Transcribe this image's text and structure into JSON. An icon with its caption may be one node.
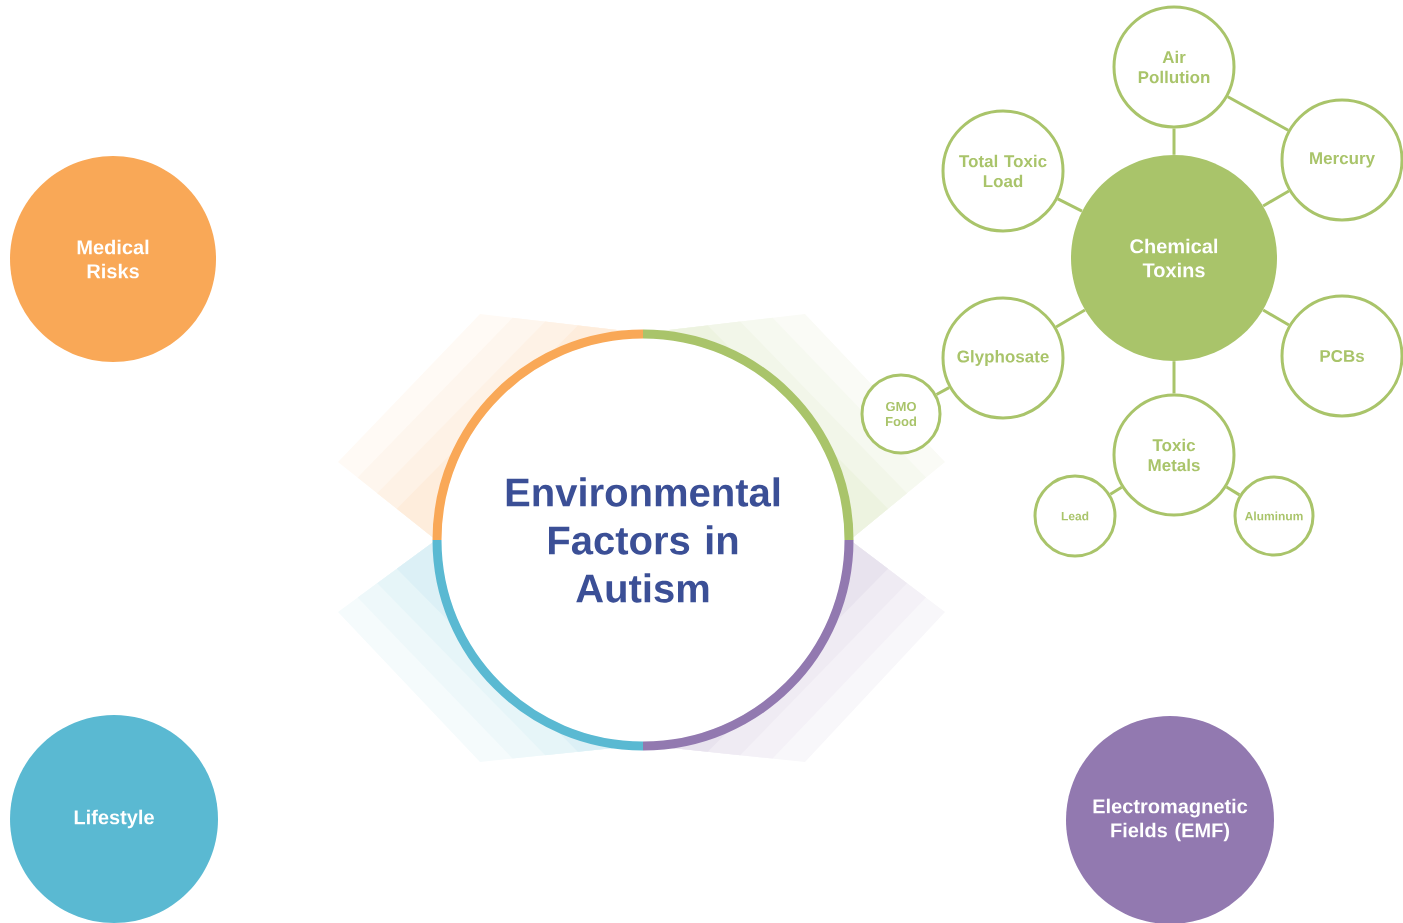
{
  "diagram": {
    "nodes": [
      {
        "text": [
          "Environmental Factors in Autism"
        ]
      },
      {
        "text": [
          "Medical Risks"
        ]
      },
      {
        "text": [
          "Lifestyle"
        ]
      },
      {
        "text": [
          "Chemical Toxins"
        ]
      },
      {
        "text": [
          "Air Pollution"
        ]
      },
      {
        "text": [
          "Total Toxic Load"
        ]
      },
      {
        "text": [
          "Mercury"
        ]
      },
      {
        "text": [
          "Glyphosate"
        ]
      },
      {
        "text": [
          "PCBs"
        ]
      },
      {
        "text": [
          "GMO Food"
        ]
      },
      {
        "text": [
          "Toxic Metals"
        ]
      },
      {
        "text": [
          "Lead"
        ]
      },
      {
        "text": [
          "Aluminum"
        ]
      },
      {
        "text": [
          "Electromagnetic Fields (EMF)"
        ]
      }
    ],
    "edges": [
      {
        "from": 3,
        "to": 4,
        "arrow": "none"
      },
      {
        "from": 4,
        "to": 6,
        "arrow": "none"
      },
      {
        "from": 3,
        "to": 6,
        "arrow": "none"
      },
      {
        "from": 3,
        "to": 5,
        "arrow": "none"
      },
      {
        "from": 3,
        "to": 7,
        "arrow": "none"
      },
      {
        "from": 3,
        "to": 8,
        "arrow": "none"
      },
      {
        "from": 7,
        "to": 9,
        "arrow": "none"
      },
      {
        "from": 3,
        "to": 10,
        "arrow": "none"
      },
      {
        "from": 10,
        "to": 11,
        "arrow": "none"
      },
      {
        "from": 10,
        "to": 12,
        "arrow": "none"
      }
    ]
  }
}
